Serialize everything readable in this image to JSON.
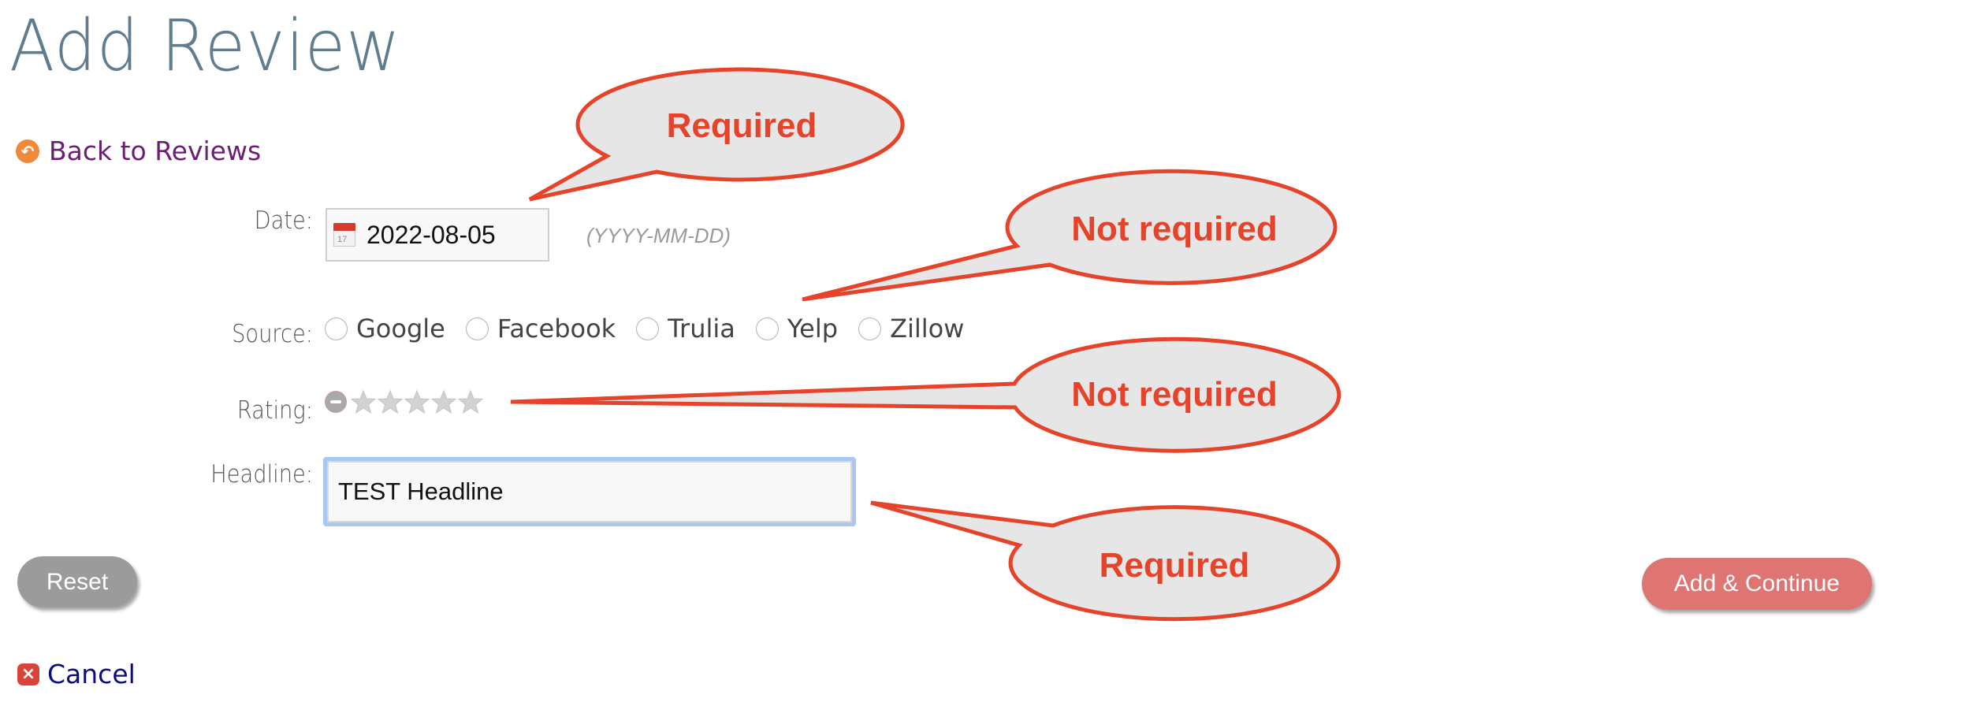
{
  "page": {
    "title": "Add Review",
    "back_link": {
      "label": "Back to Reviews",
      "icon": "back-arrow-circle-icon"
    }
  },
  "form": {
    "date": {
      "label": "Date:",
      "value": "2022-08-05",
      "hint": "(YYYY-MM-DD)",
      "icon": "calendar-icon",
      "icon_day": "17"
    },
    "source": {
      "label": "Source:",
      "options": [
        {
          "label": "Google",
          "selected": false
        },
        {
          "label": "Facebook",
          "selected": false
        },
        {
          "label": "Trulia",
          "selected": false
        },
        {
          "label": "Yelp",
          "selected": false
        },
        {
          "label": "Zillow",
          "selected": false
        }
      ]
    },
    "rating": {
      "label": "Rating:",
      "max_stars": 5,
      "value": 0,
      "clear_icon": "clear-rating-icon"
    },
    "headline": {
      "label": "Headline:",
      "value": "TEST Headline"
    }
  },
  "buttons": {
    "reset": "Reset",
    "add_continue": "Add & Continue",
    "cancel": "Cancel"
  },
  "annotations": [
    {
      "text": "Required",
      "target": "date"
    },
    {
      "text": "Not required",
      "target": "source"
    },
    {
      "text": "Not required",
      "target": "rating"
    },
    {
      "text": "Required",
      "target": "headline"
    }
  ],
  "colors": {
    "title": "#5f7d8f",
    "back_link": "#6c1d74",
    "cancel_link": "#0e0b7a",
    "reset_button": "#9b9b9b",
    "add_button": "#df7573",
    "callout_stroke": "#e5432a",
    "callout_fill": "#e6e6e6",
    "focus_border": "#a8c8f3"
  }
}
